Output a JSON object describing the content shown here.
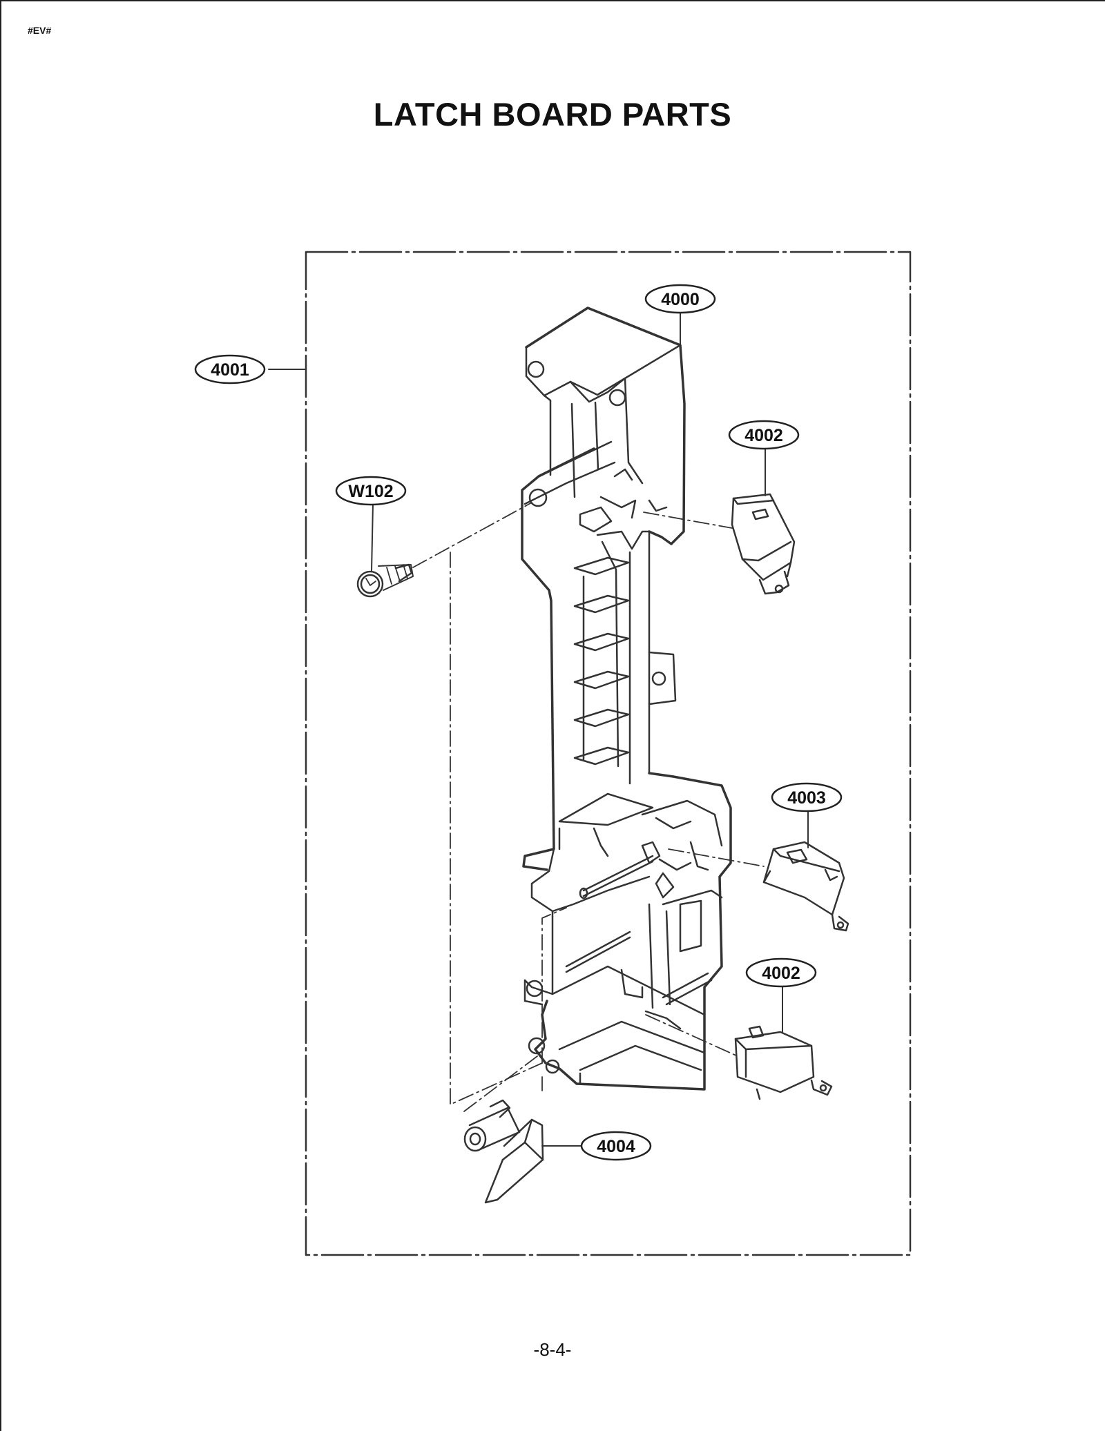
{
  "header": {
    "tag": "#EV#"
  },
  "title": "LATCH BOARD PARTS",
  "footer": {
    "page_number": "-8-4-"
  },
  "callouts": [
    {
      "id": "label-4000",
      "text": "4000"
    },
    {
      "id": "label-4001",
      "text": "4001"
    },
    {
      "id": "label-4002-top",
      "text": "4002"
    },
    {
      "id": "label-w102",
      "text": "W102"
    },
    {
      "id": "label-4003",
      "text": "4003"
    },
    {
      "id": "label-4002-bottom",
      "text": "4002"
    },
    {
      "id": "label-4004",
      "text": "4004"
    }
  ]
}
